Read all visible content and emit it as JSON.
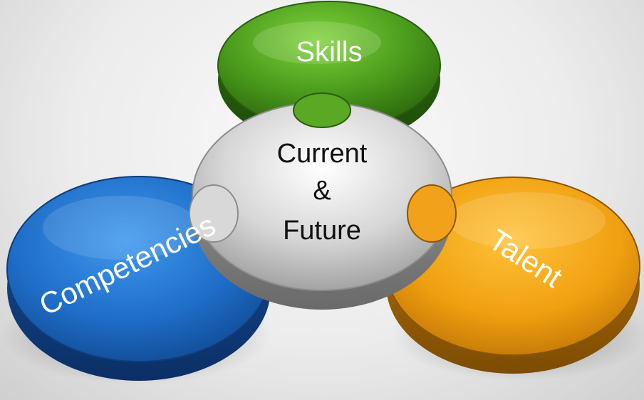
{
  "diagram": {
    "center": {
      "line1": "Current",
      "line2": "&",
      "line3": "Future"
    },
    "top": {
      "label": "Skills"
    },
    "left": {
      "label": "Competencies"
    },
    "right": {
      "label": "Talent"
    }
  },
  "colors": {
    "top": "#4a9a1c",
    "left": "#1f6ec8",
    "right": "#f0a010",
    "center": "#c8c8c8"
  }
}
